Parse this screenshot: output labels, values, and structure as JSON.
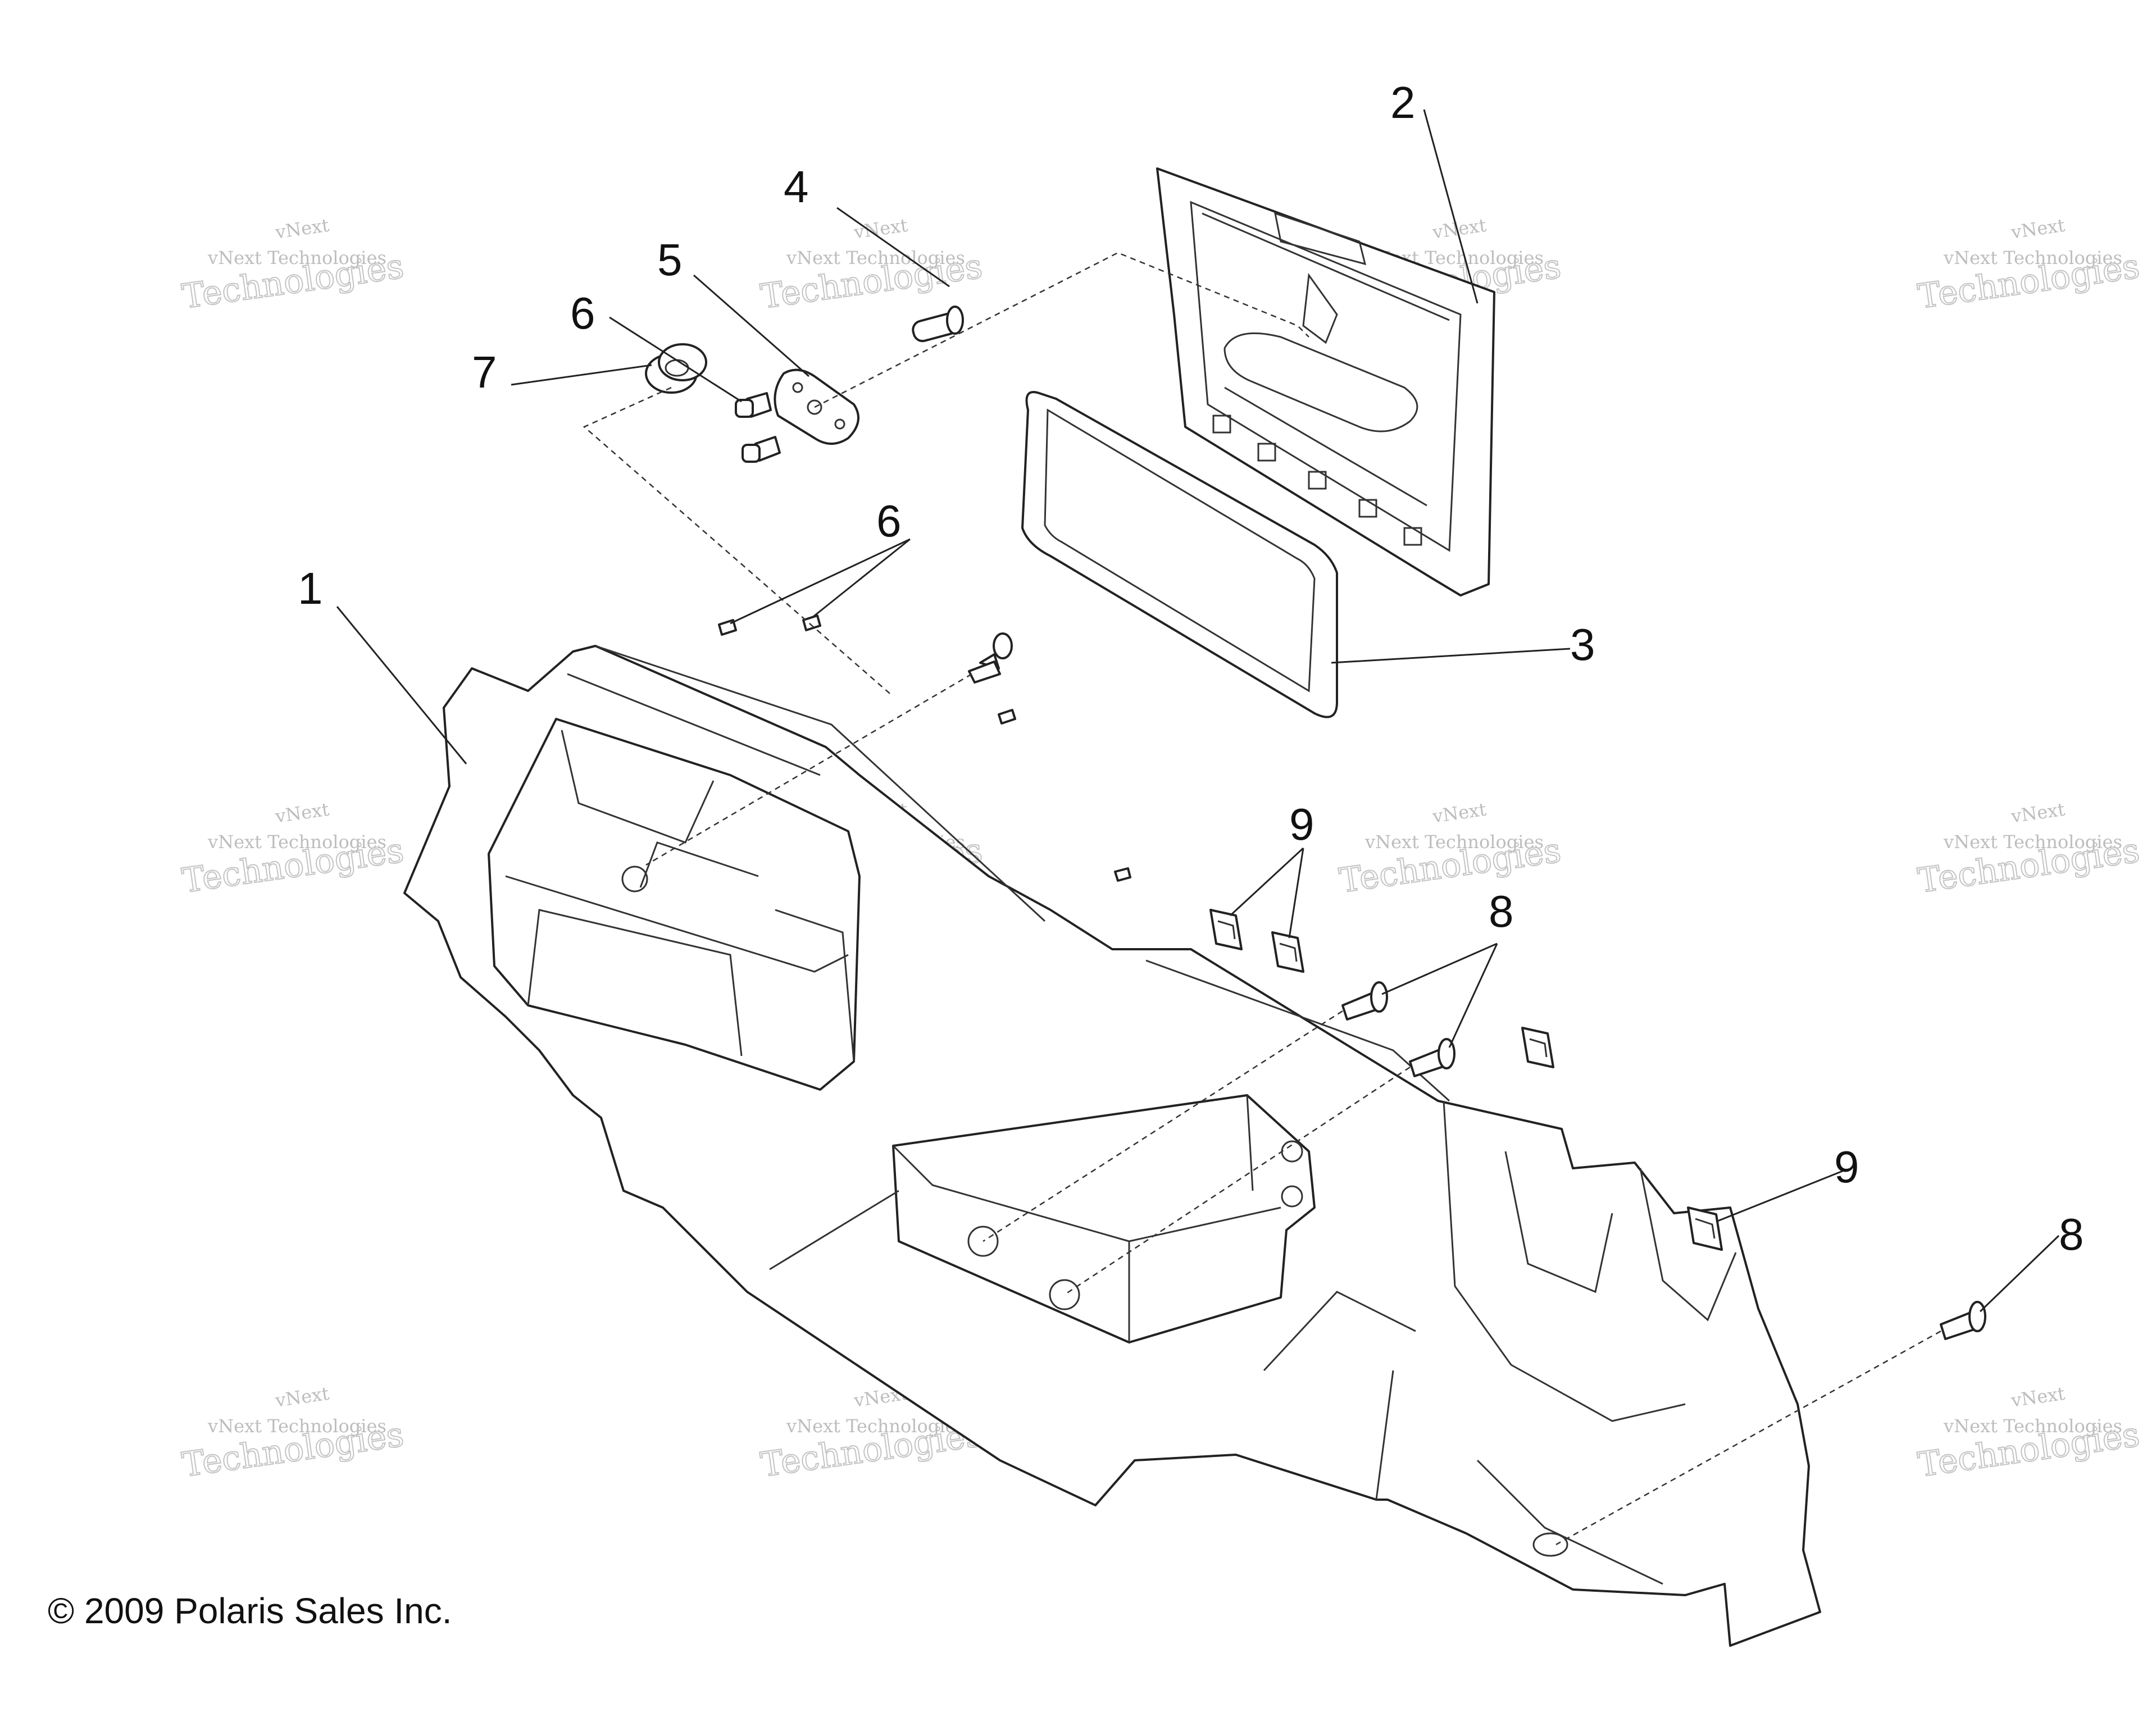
{
  "callouts": {
    "c1": "1",
    "c2": "2",
    "c3": "3",
    "c4": "4",
    "c5": "5",
    "c6a": "6",
    "c6b": "6",
    "c7": "7",
    "c8a": "8",
    "c8b": "8",
    "c9a": "9",
    "c9b": "9"
  },
  "watermark": {
    "line1": "vNext",
    "line2": "vNext Technologies",
    "line3": "Technologies"
  },
  "copyright": "© 2009 Polaris Sales Inc."
}
